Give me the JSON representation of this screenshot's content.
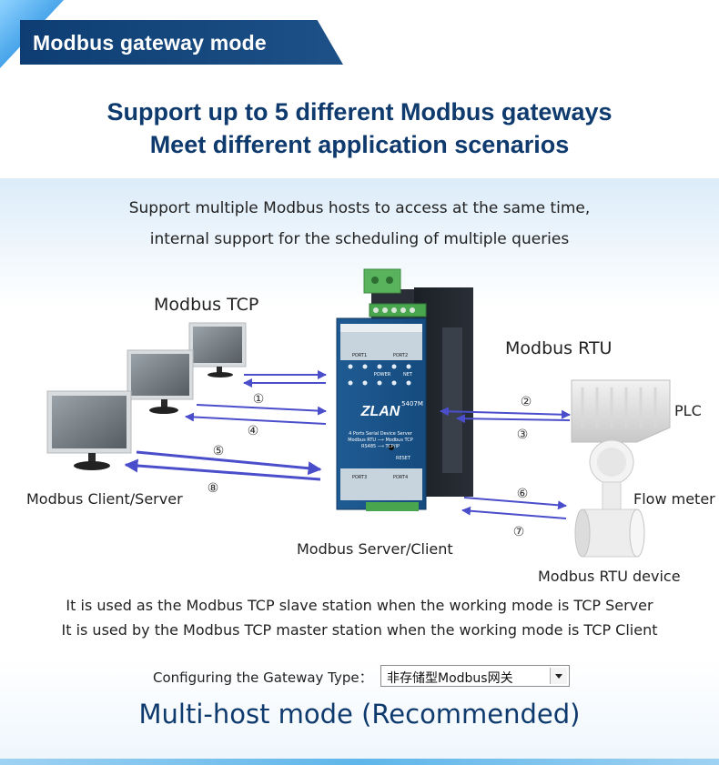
{
  "header": {
    "banner_title": "Modbus gateway mode",
    "headline_1": "Support up to 5 different Modbus gateways",
    "headline_2": "Meet different application scenarios"
  },
  "intro": {
    "line_1": "Support multiple Modbus hosts to access at the same time,",
    "line_2": "internal support for the scheduling of multiple queries"
  },
  "diagram": {
    "modbus_tcp_label": "Modbus TCP",
    "modbus_rtu_label": "Modbus RTU",
    "client_server_label": "Modbus Client/Server",
    "server_client_label": "Modbus Server/Client",
    "plc_label": "PLC",
    "flow_meter_label": "Flow meter",
    "rtu_device_label": "Modbus RTU device",
    "arrow_labels": {
      "a1": "①",
      "a2": "②",
      "a3": "③",
      "a4": "④",
      "a5": "⑤",
      "a6": "⑥",
      "a7": "⑦",
      "a8": "⑧"
    },
    "device": {
      "brand": "ZLAN",
      "model": "5407M",
      "subtitle_1": "4 Ports Serial Device Server",
      "subtitle_2": "Modbus RTU ⟶ Modbus TCP",
      "subtitle_3": "RS485 ⟶ TCP/IP",
      "port_top_1": "PORT1",
      "port_top_2": "PORT2",
      "port_bottom_1": "PORT3",
      "port_bottom_2": "PORT4",
      "led_power": "POWER",
      "led_net": "NET",
      "reset": "RESET"
    }
  },
  "notes": {
    "line_1": "It is used as the Modbus TCP slave station when the working mode is TCP Server",
    "line_2": "It is used by the Modbus TCP master station when the working mode is TCP Client"
  },
  "config": {
    "label": "Configuring the Gateway Type：",
    "selected_value": "非存储型Modbus网关"
  },
  "mode_title": "Multi-host mode (Recommended)",
  "colors": {
    "navy": "#0e3a6e",
    "arrow": "#4b4ecb",
    "banner": "#17497f"
  }
}
